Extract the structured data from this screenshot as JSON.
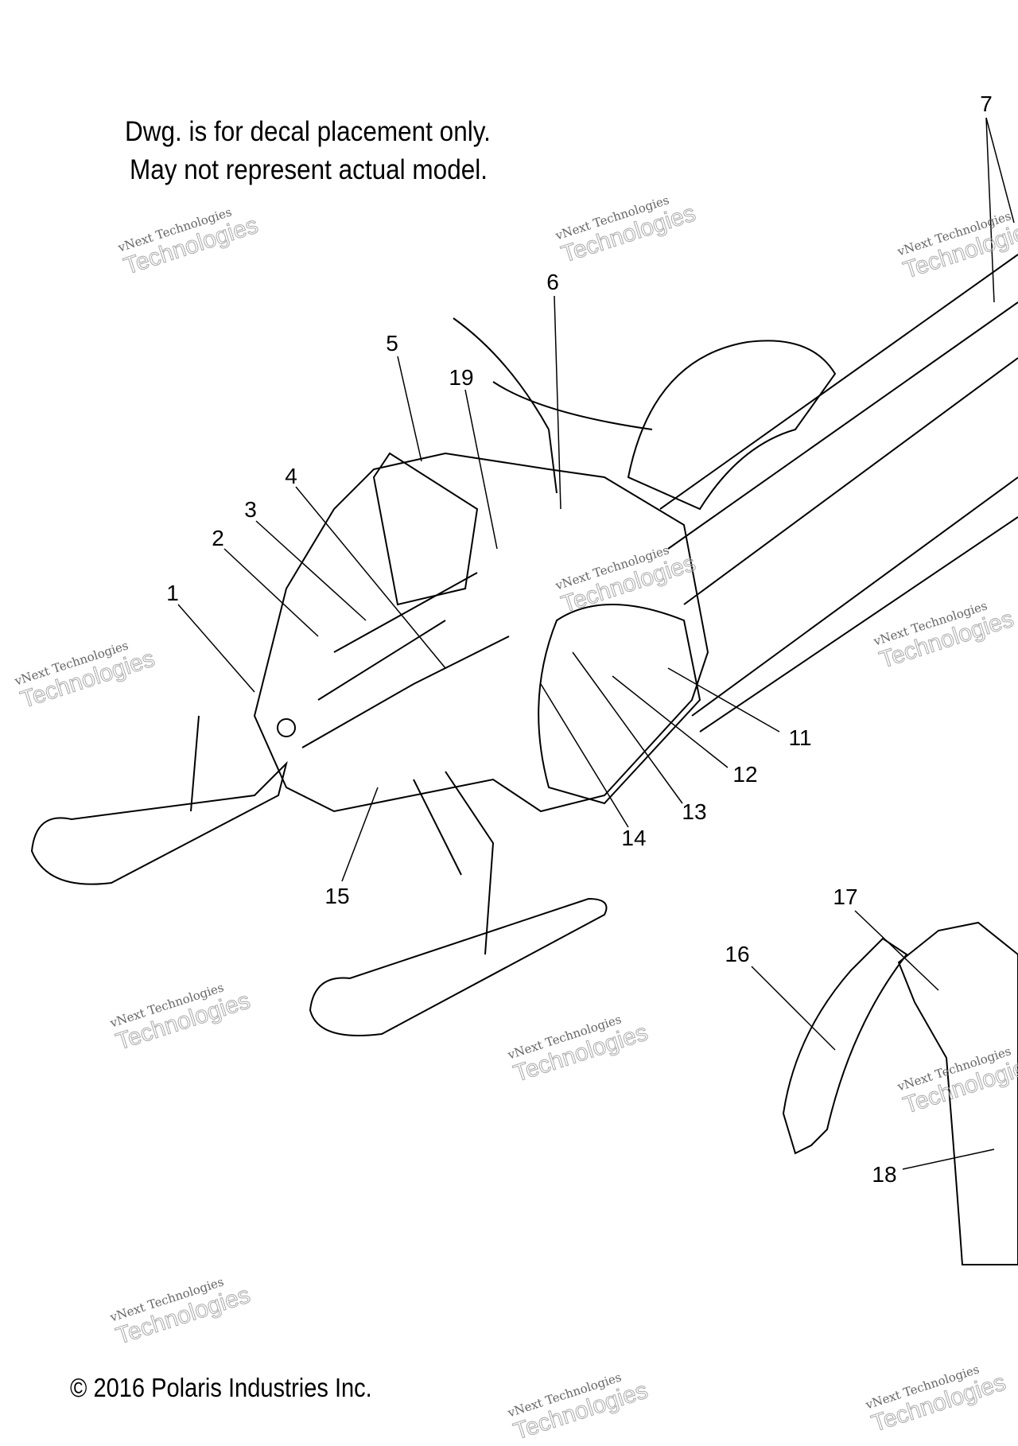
{
  "notes": [
    "Dwg. is for decal placement only.",
    "May not represent actual model."
  ],
  "copyright": "© 2016 Polaris Industries Inc.",
  "watermark": {
    "line1": "vNext Technologies",
    "line2": "Technologies"
  },
  "callouts": [
    "1",
    "2",
    "3",
    "4",
    "5",
    "6",
    "7",
    "11",
    "12",
    "13",
    "14",
    "15",
    "16",
    "17",
    "18",
    "19"
  ]
}
